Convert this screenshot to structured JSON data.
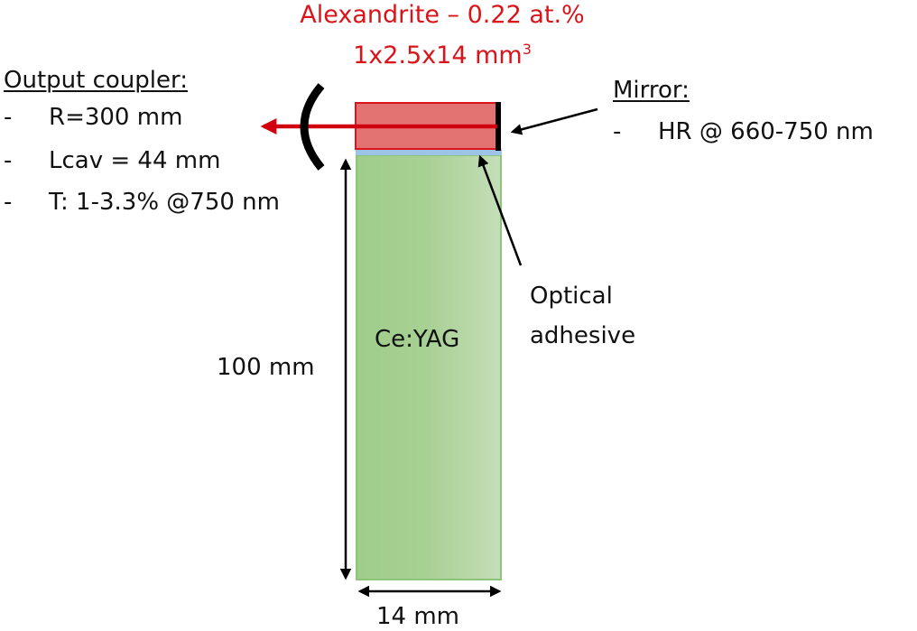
{
  "title": {
    "line1": "Alexandrite – 0.22 at.%",
    "line2_base": "1x2.5x14 mm",
    "line2_sup": "3"
  },
  "output_coupler": {
    "heading": "Output coupler:",
    "items": [
      {
        "bullet": "-",
        "text": "R=300 mm"
      },
      {
        "bullet": "-",
        "text": "Lcav = 44 mm"
      },
      {
        "bullet": "-",
        "text": "T: 1-3.3% @750 nm"
      }
    ]
  },
  "mirror": {
    "heading": "Mirror:",
    "items": [
      {
        "bullet": "-",
        "text": "HR @ 660-750 nm"
      }
    ]
  },
  "labels": {
    "adhesive_line1": "Optical",
    "adhesive_line2": "adhesive",
    "crystal": "Ce:YAG",
    "height": "100 mm",
    "width": "14 mm"
  },
  "colors": {
    "alexandrite_fill": "#e37272",
    "alexandrite_border": "#d9141a",
    "laser_beam": "#d0000f",
    "adhesive": "#9dc3e6",
    "ceyag_fill_left": "#9fcd8a",
    "ceyag_fill_right": "#c3dcb6",
    "ceyag_border": "#8cc47a",
    "mirror": "#000000",
    "text_red": "#d9141a"
  }
}
